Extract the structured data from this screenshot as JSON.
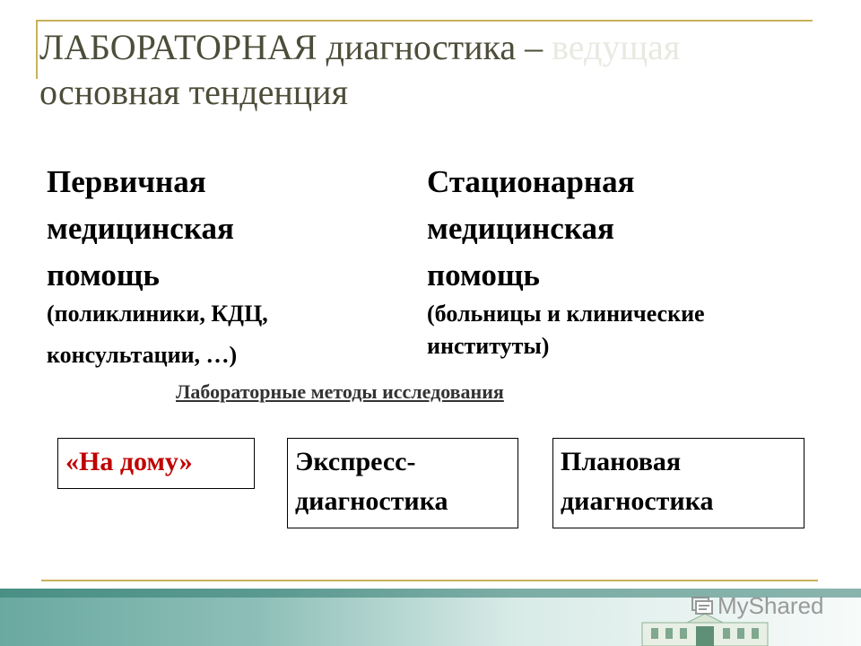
{
  "slide": {
    "title_caps": "ЛАБОРАТОРНАЯ",
    "title_rest": " диагностика – ",
    "title_faded": "ведущая",
    "subtitle": "основная тенденция"
  },
  "left_column": {
    "line1": "Первичная",
    "line2": "медицинская",
    "line3": "помощь",
    "note1": "(поликлиники, КДЦ,",
    "note2": "консультации, …)"
  },
  "right_column": {
    "line1": "Стационарная",
    "line2": "медицинская",
    "line3": "помощь",
    "note1": "(больницы и клинические",
    "note2": "институты)"
  },
  "methods_label": "Лабораторные методы исследования",
  "boxes": {
    "home": "«На дому»",
    "express_1": "Экспресс-",
    "express_2": "диагностика",
    "plan_1": "Плановая",
    "plan_2": "диагностика"
  },
  "watermark": {
    "text": "MyShared",
    "icon": "slides-icon"
  },
  "colors": {
    "accent_line": "#c8b15a",
    "title_text": "#4d4d3a",
    "home_text": "#c00000",
    "band": "#6aa9a0"
  }
}
